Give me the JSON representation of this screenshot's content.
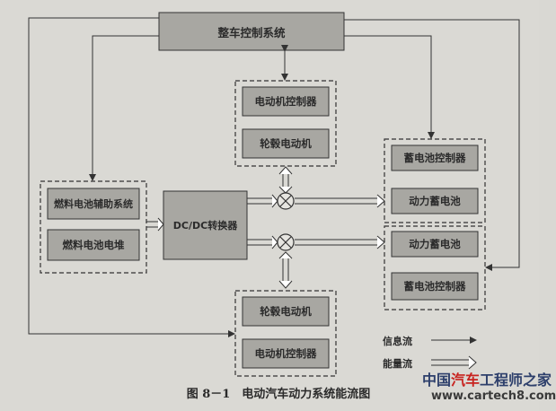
{
  "diagram": {
    "boxes": {
      "vehicle_controller": "整车控制系统",
      "motor_controller_top": "电动机控制器",
      "hub_motor_top": "轮毂电动机",
      "battery_controller_top": "蓄电池控制器",
      "power_battery_top": "动力蓄电池",
      "fuel_cell_aux": "燃料电池辅助系统",
      "fuel_cell_stack": "燃料电池电堆",
      "dcdc_converter": "DC/DC转换器",
      "power_battery_bottom": "动力蓄电池",
      "battery_controller_bottom": "蓄电池控制器",
      "hub_motor_bottom": "轮毂电动机",
      "motor_controller_bottom": "电动机控制器"
    },
    "legend": {
      "info_flow": "信息流",
      "energy_flow": "能量流"
    },
    "caption": "图 8－1　电动汽车动力系统能流图",
    "colors": {
      "background": "#dad9d4",
      "box_fill": "#a8a7a2",
      "line": "#333333",
      "energy_arrow_fill": "#ffffff"
    }
  },
  "watermark": {
    "cn_prefix": "中国",
    "cn_red": "汽车",
    "cn_suffix": "工程师之家",
    "url": "www.cartech8.com"
  }
}
